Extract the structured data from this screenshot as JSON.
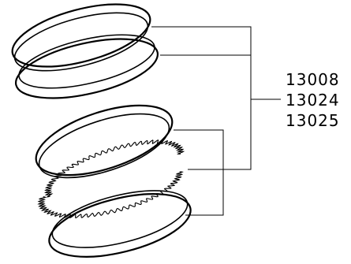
{
  "diagram": {
    "part_numbers": [
      "13008",
      "13024",
      "13025"
    ]
  }
}
